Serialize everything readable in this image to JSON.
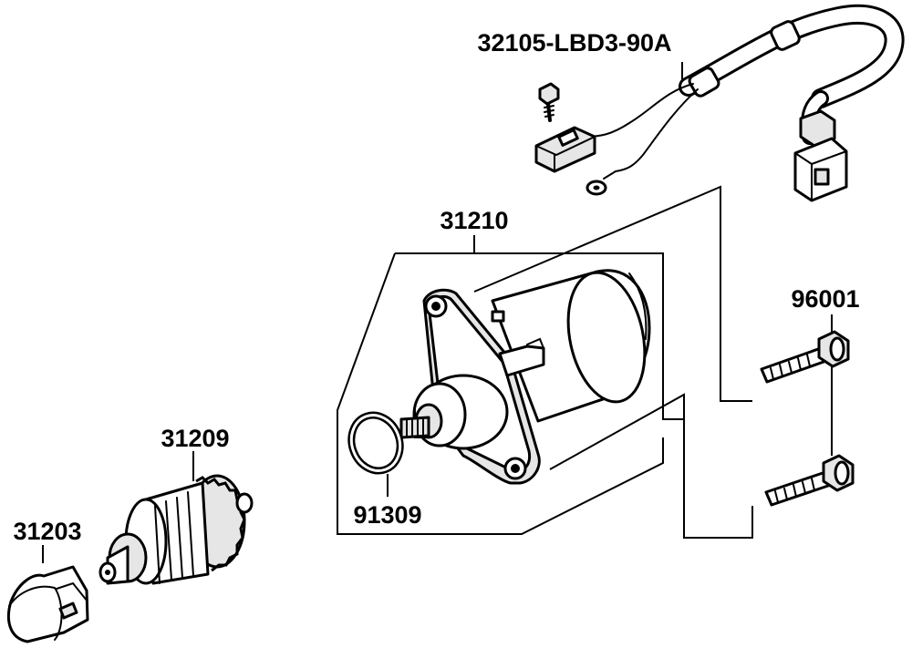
{
  "diagram": {
    "labels": {
      "harness": "32105-LBD3-90A",
      "starter_motor": "31210",
      "bolt": "96001",
      "gear": "31209",
      "cover": "31203",
      "oring": "91309"
    }
  }
}
